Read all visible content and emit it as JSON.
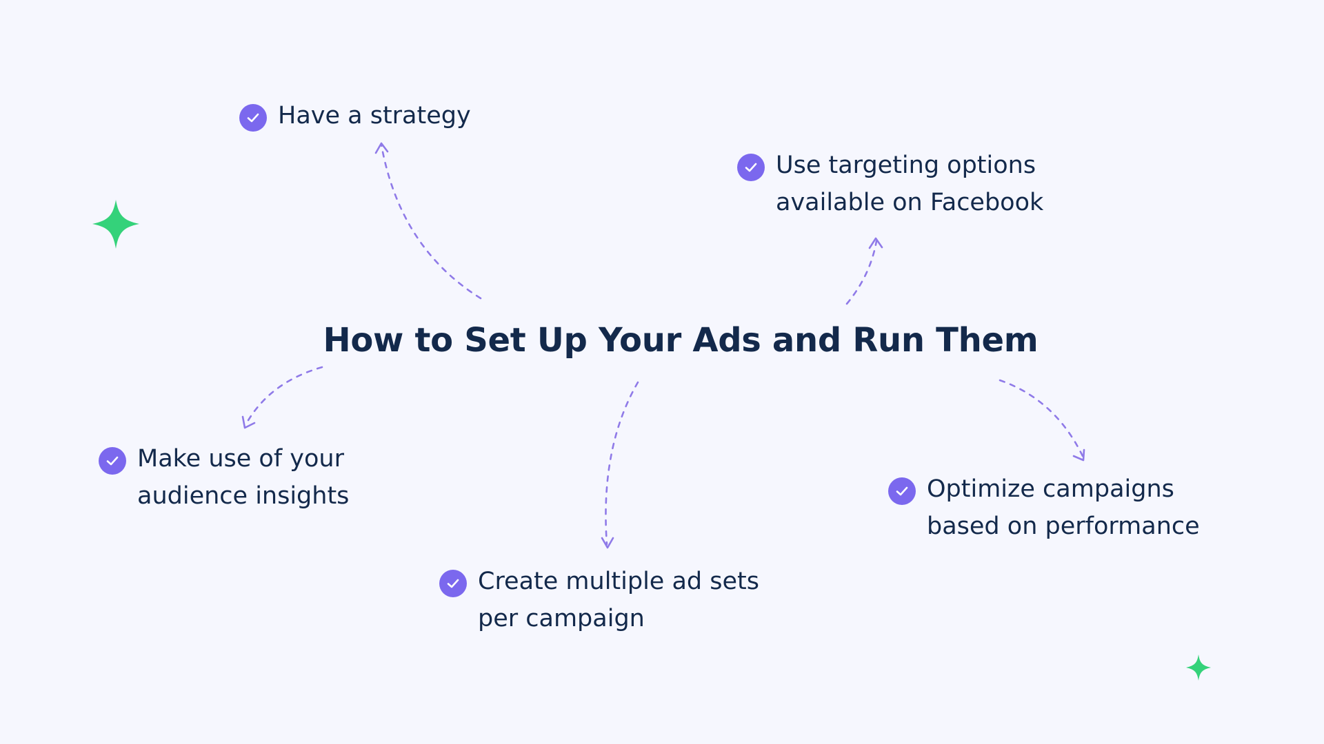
{
  "title": "How to Set Up Your Ads and Run Them",
  "items": [
    {
      "lines": [
        "Have a strategy"
      ]
    },
    {
      "lines": [
        "Use targeting options",
        "available on Facebook"
      ]
    },
    {
      "lines": [
        "Make use of your",
        "audience insights"
      ]
    },
    {
      "lines": [
        "Create multiple ad sets",
        "per campaign"
      ]
    },
    {
      "lines": [
        "Optimize campaigns",
        "based on performance"
      ]
    }
  ],
  "colors": {
    "background": "#f6f7fe",
    "title": "#13294b",
    "text": "#13294b",
    "check_badge": "#7b68ee",
    "connector": "#8f7ae8",
    "sparkle": "#34d27a"
  },
  "icons": {
    "item_marker": "check-circle-icon",
    "decoration": "sparkle-icon"
  }
}
